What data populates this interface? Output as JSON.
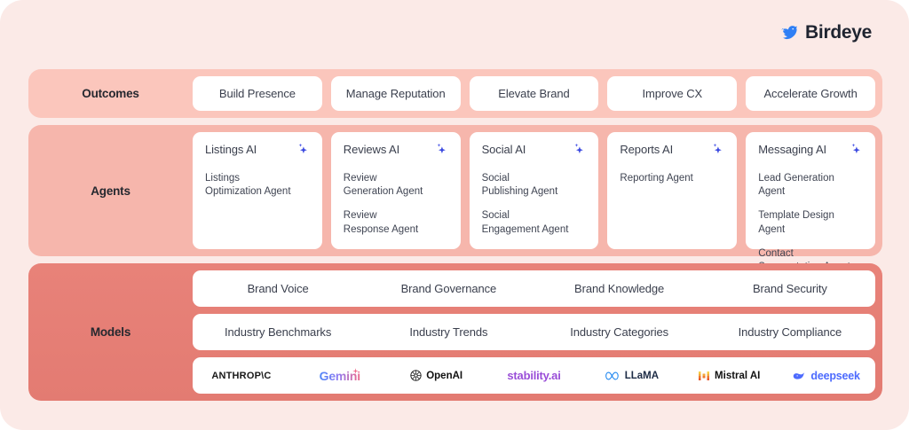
{
  "brand": {
    "name": "Birdeye",
    "logo_icon": "bird-icon",
    "logo_color": "#2f7ff5"
  },
  "bands": {
    "outcomes": {
      "label": "Outcomes",
      "bg_color": "#FBC6BC",
      "cards": [
        {
          "label": "Build Presence"
        },
        {
          "label": "Manage Reputation"
        },
        {
          "label": "Elevate Brand"
        },
        {
          "label": "Improve CX"
        },
        {
          "label": "Accelerate Growth"
        }
      ]
    },
    "agents": {
      "label": "Agents",
      "bg_color": "#F6B6AC",
      "icon": "sparkle-icon",
      "icon_color": "#3b49e0",
      "cards": [
        {
          "title": "Listings AI",
          "agents": [
            "Listings\nOptimization Agent"
          ]
        },
        {
          "title": "Reviews AI",
          "agents": [
            "Review\nGeneration Agent",
            "Review\nResponse Agent"
          ]
        },
        {
          "title": "Social AI",
          "agents": [
            "Social\nPublishing Agent",
            "Social\nEngagement Agent"
          ]
        },
        {
          "title": "Reports AI",
          "agents": [
            "Reporting Agent"
          ]
        },
        {
          "title": "Messaging AI",
          "agents": [
            "Lead Generation Agent",
            "Template Design Agent",
            "Contact\nSegmentation Agent"
          ]
        }
      ]
    },
    "models": {
      "label": "Models",
      "bg_color": "#E47D74",
      "rows": [
        {
          "cells": [
            "Brand Voice",
            "Brand Governance",
            "Brand Knowledge",
            "Brand Security"
          ]
        },
        {
          "cells": [
            "Industry Benchmarks",
            "Industry Trends",
            "Industry Categories",
            "Industry Compliance"
          ]
        }
      ],
      "vendors": [
        {
          "name": "ANTHROP\\C",
          "icon": "anthropic-icon",
          "color": "#181818"
        },
        {
          "name": "Gemini",
          "icon": "gemini-sparkle-icon",
          "color": "#4285F4"
        },
        {
          "name": "OpenAI",
          "icon": "openai-icon",
          "color": "#111111"
        },
        {
          "name": "stability.ai",
          "icon": "stability-icon",
          "color": "#9A4ED8"
        },
        {
          "name": "LLaMA",
          "icon": "meta-infinity-icon",
          "color": "#1C2B45"
        },
        {
          "name": "Mistral AI",
          "icon": "mistral-icon",
          "color": "#111111"
        },
        {
          "name": "deepseek",
          "icon": "deepseek-whale-icon",
          "color": "#4D6BFE"
        }
      ]
    }
  }
}
